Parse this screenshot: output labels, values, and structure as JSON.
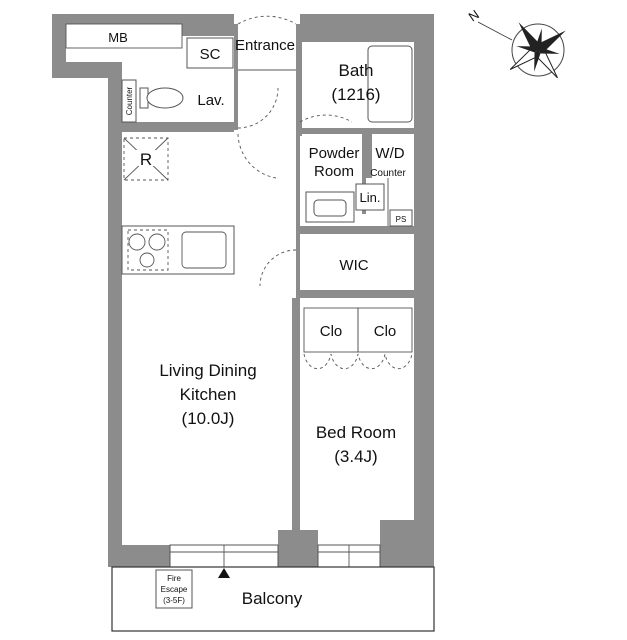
{
  "compass": {
    "north_label": "N"
  },
  "rooms": {
    "mb": "MB",
    "sc": "SC",
    "entrance": "Entrance",
    "bath": "Bath",
    "bath_size": "(1216)",
    "counter_left": "Counter",
    "lav": "Lav.",
    "powder_room_1": "Powder",
    "powder_room_2": "Room",
    "wd": "W/D",
    "counter_right": "Counter",
    "lin": "Lin.",
    "ps": "PS",
    "refrigerator": "R",
    "wic": "WIC",
    "clo_left": "Clo",
    "clo_right": "Clo",
    "ldk_1": "Living Dining",
    "ldk_2": "Kitchen",
    "ldk_size": "(10.0J)",
    "bed_1": "Bed Room",
    "bed_size": "(3.4J)",
    "fire_escape_1": "Fire",
    "fire_escape_2": "Escape",
    "fire_escape_3": "(3-5F)",
    "balcony": "Balcony"
  }
}
